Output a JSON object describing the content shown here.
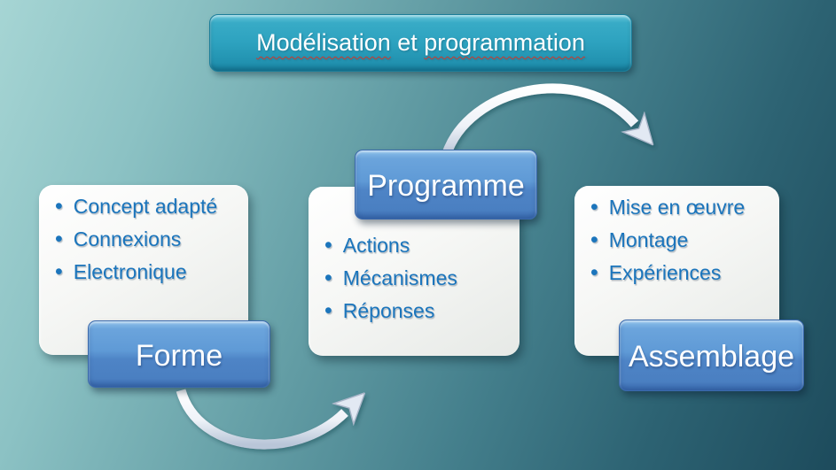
{
  "slide": {
    "title": {
      "word1": "Modélisation",
      "word2": " et ",
      "word3": "programmation"
    },
    "cards": [
      {
        "label": "Forme",
        "items": [
          "Concept adapté",
          "Connexions",
          "Electronique"
        ]
      },
      {
        "label": "Programme",
        "items": [
          "Actions",
          "Mécanismes",
          "Réponses"
        ]
      },
      {
        "label": "Assemblage",
        "items": [
          "Mise en œuvre",
          "Montage",
          "Expériences"
        ]
      }
    ],
    "arrows": [
      {
        "name": "forme-to-programme",
        "direction": "up-right"
      },
      {
        "name": "programme-to-assemblage",
        "direction": "down-right"
      }
    ],
    "colors": {
      "background_top_left": "#a6d5d4",
      "background_bottom_right": "#1d4b5c",
      "title_box_fill": "#2da2bf",
      "title_text": "#ffffff",
      "spellcheck_squiggle": "#cc3a2e",
      "card_fill": "#f3f5f3",
      "bullet_text": "#1b75bc",
      "label_box_fill": "#5f9ad6",
      "label_text": "#ffffff",
      "arrow_fill": "#e9eef6"
    }
  }
}
